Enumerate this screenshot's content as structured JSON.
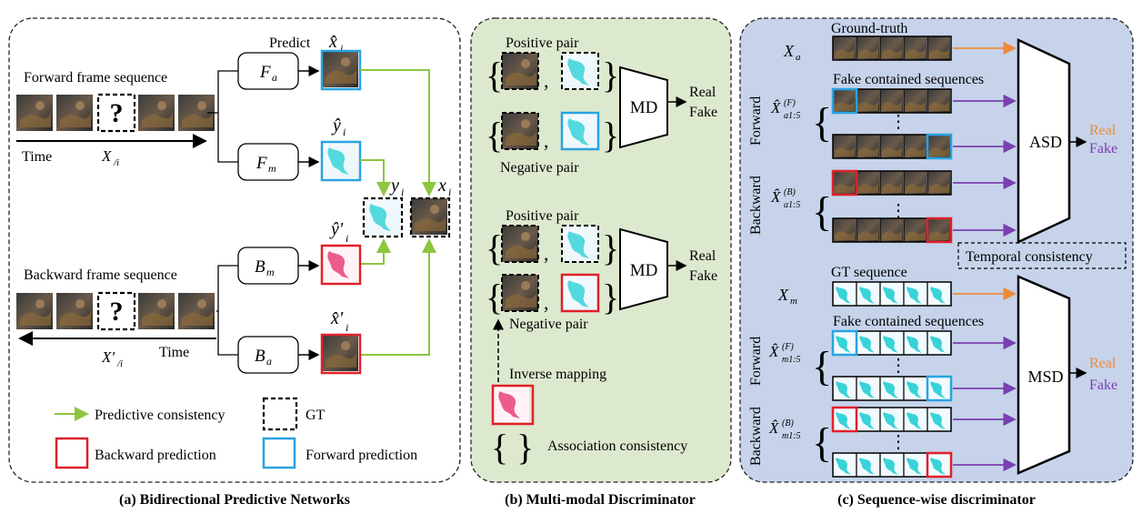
{
  "panel_a": {
    "caption": "(a) Bidirectional Predictive Networks",
    "forward_label": "Forward frame sequence",
    "backward_label": "Backward frame sequence",
    "time_fwd": "Time",
    "time_bwd": "Time",
    "x_slash_i": "X",
    "x_slash_i_sub": "/i",
    "x_slash_i_prime": "X'",
    "x_slash_i_prime_sub": "/i",
    "predict_label": "Predict",
    "question_mark": "?",
    "modules": {
      "fa": "F",
      "fa_sub": "a",
      "fm": "F",
      "fm_sub": "m",
      "bm": "B",
      "bm_sub": "m",
      "ba": "B",
      "ba_sub": "a"
    },
    "symbols": {
      "x_hat_i": "x̂",
      "x_hat_i_sub": "i",
      "y_hat_i": "ŷ",
      "y_hat_i_sub": "i",
      "y_hat_prime": "ŷ'",
      "y_hat_prime_sub": "i",
      "x_hat_prime": "x̂'",
      "x_hat_prime_sub": "i",
      "y_i": "y",
      "y_i_sub": "i",
      "x_i": "x",
      "x_i_sub": "i"
    },
    "legend": {
      "predictive": "Predictive consistency",
      "gt": "GT",
      "backward": "Backward prediction",
      "forward": "Forward prediction"
    }
  },
  "panel_b": {
    "caption": "(b) Multi-modal Discriminator",
    "positive_pair": "Positive pair",
    "negative_pair": "Negative pair",
    "positive_pair_2": "Positive pair",
    "negative_pair_2": "Negative pair",
    "md": "MD",
    "md_2": "MD",
    "real": "Real",
    "fake": "Fake",
    "real_2": "Real",
    "fake_2": "Fake",
    "inverse_mapping": "Inverse mapping",
    "association": "Association consistency"
  },
  "panel_c": {
    "caption": "(c) Sequence-wise discriminator",
    "ground_truth": "Ground-truth",
    "fake_contained": "Fake contained sequences",
    "fake_contained_2": "Fake contained sequences",
    "gt_sequence": "GT sequence",
    "forward": "Forward",
    "backward": "Backward",
    "forward_2": "Forward",
    "backward_2": "Backward",
    "temporal": "Temporal consistency",
    "asd": "ASD",
    "msd": "MSD",
    "real": "Real",
    "fake": "Fake",
    "real_2": "Real",
    "fake_2": "Fake",
    "xa": "X",
    "xa_sub": "a",
    "xm": "X",
    "xm_sub": "m",
    "xa_f": "X̂",
    "xa_f_sup": "(F)",
    "xa_f_sub": "a1:5",
    "xa_b": "X̂",
    "xa_b_sup": "(B)",
    "xa_b_sub": "a1:5",
    "xm_f": "X̂",
    "xm_f_sup": "(F)",
    "xm_f_sub": "m1:5",
    "xm_b": "X̂",
    "xm_b_sup": "(B)",
    "xm_b_sub": "m1:5",
    "dots": "⋮"
  },
  "colors": {
    "forward_blue": "#29a3e0",
    "backward_red": "#e0202a",
    "consistency_green": "#8cc63f",
    "orange": "#ee8a3a",
    "purple": "#7a3fb0",
    "panel_b_bg": "#dde9cf",
    "panel_c_bg": "#c6d3ea"
  }
}
